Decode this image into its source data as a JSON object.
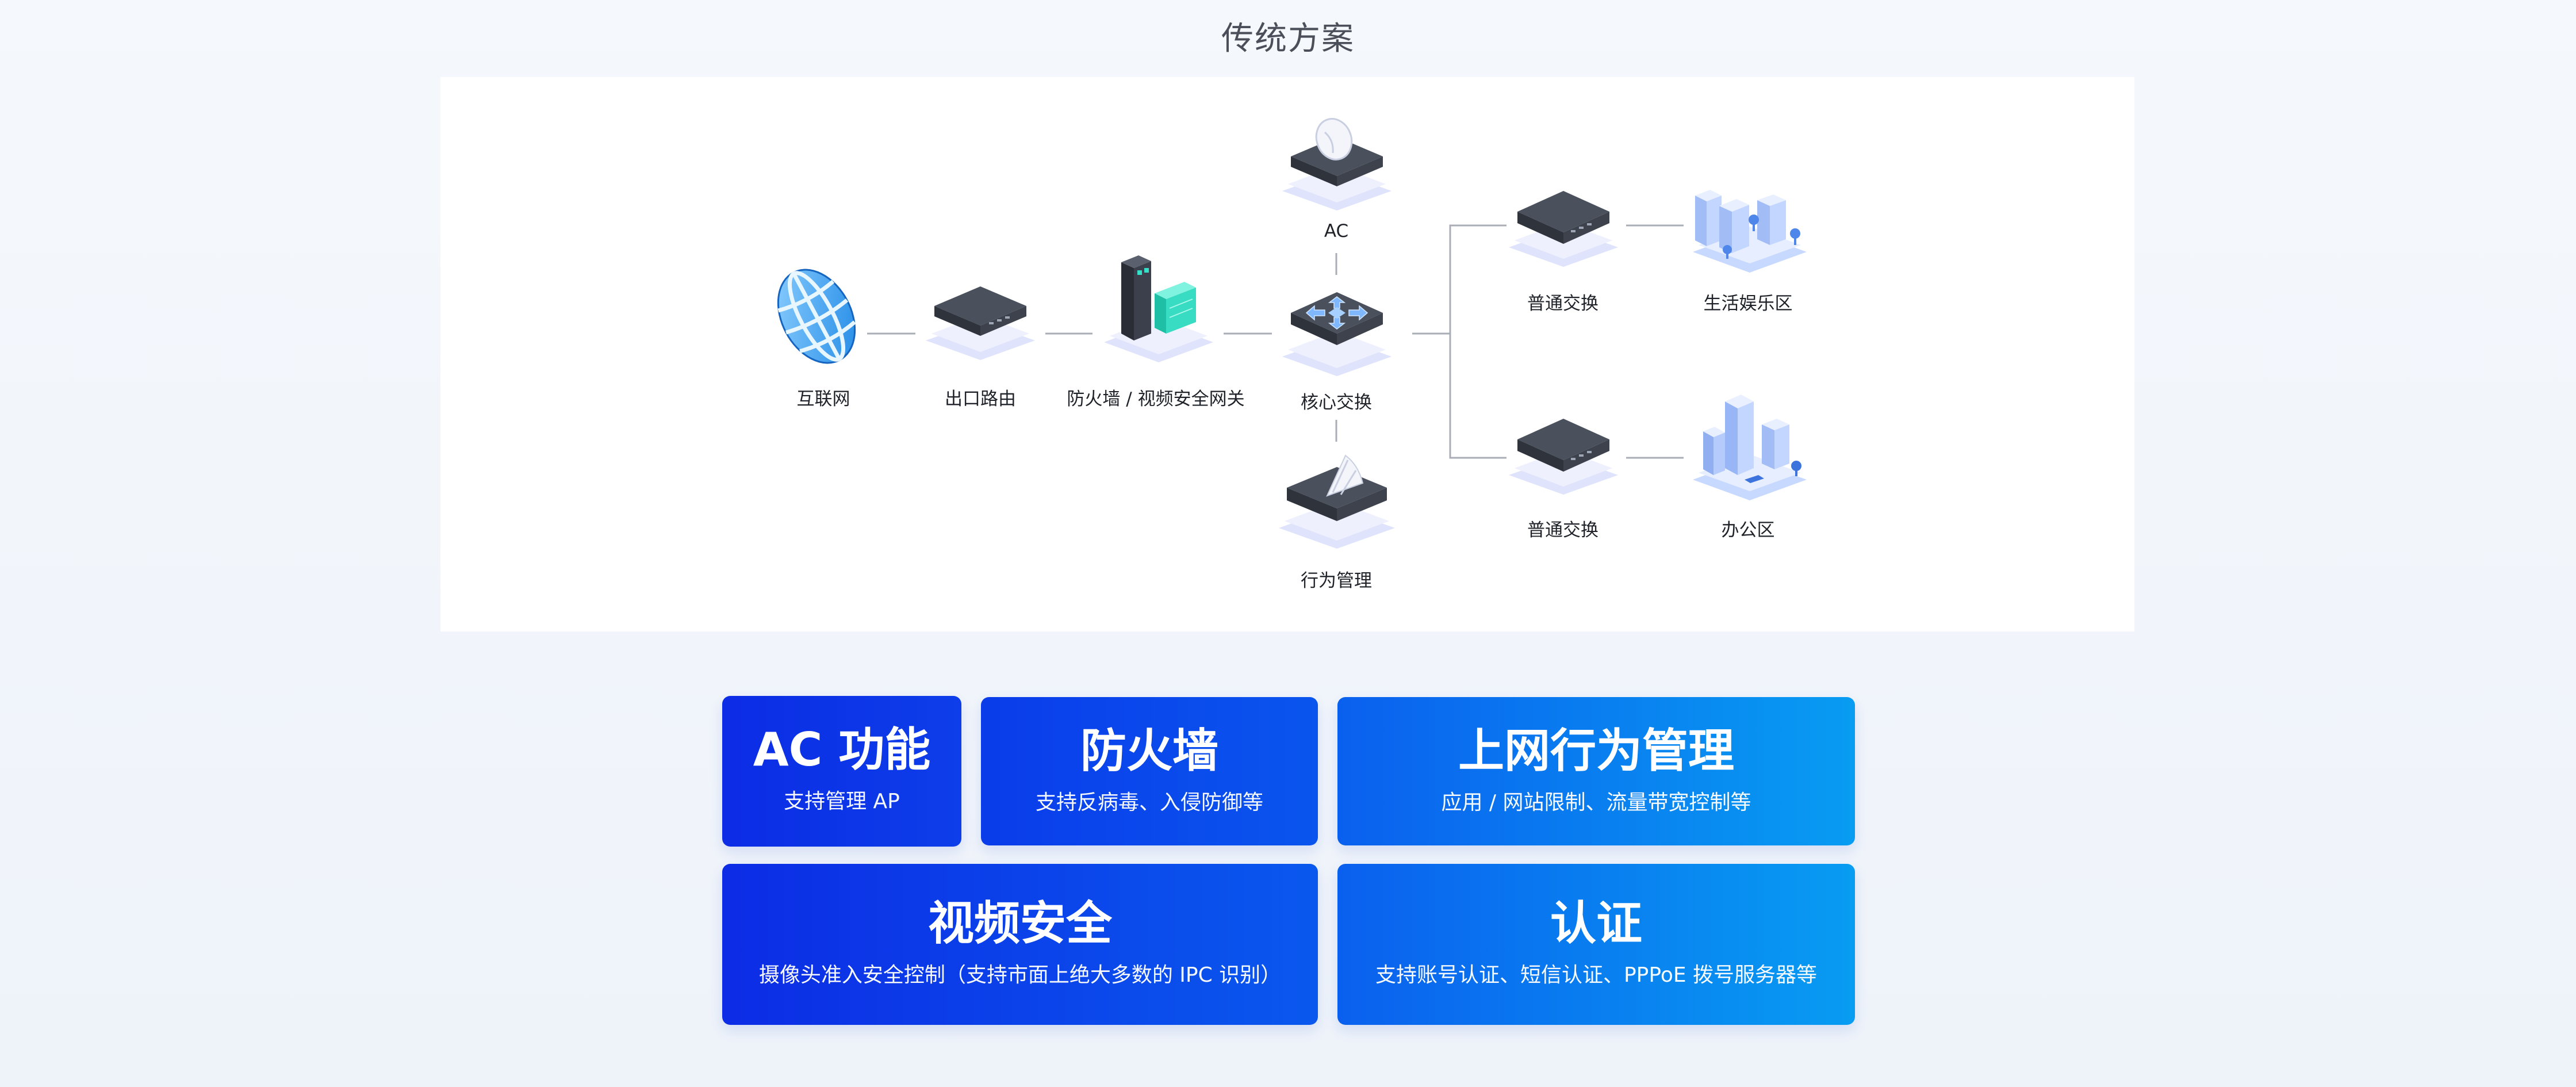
{
  "title": "传统方案",
  "nodes": {
    "internet": "互联网",
    "router": "出口路由",
    "firewall": "防火墙 / 视频安全网关",
    "ac": "AC",
    "core_switch": "核心交换",
    "behavior_mgmt": "行为管理",
    "switch_top": "普通交换",
    "switch_bottom": "普通交换",
    "living_area": "生活娱乐区",
    "office_area": "办公区"
  },
  "cards": {
    "ac": {
      "title": "AC 功能",
      "subtitle": "支持管理 AP"
    },
    "firewall": {
      "title": "防火墙",
      "subtitle": "支持反病毒、入侵防御等"
    },
    "behavior": {
      "title": "上网行为管理",
      "subtitle": "应用 / 网站限制、流量带宽控制等"
    },
    "video": {
      "title": "视频安全",
      "subtitle": "摄像头准入安全控制（支持市面上绝大多数的 IPC 识别）"
    },
    "auth": {
      "title": "认证",
      "subtitle": "支持账号认证、短信认证、PPPoE 拨号服务器等"
    }
  },
  "colors": {
    "card_deep": "#0d2ee6",
    "card_mid": "#0a58ee",
    "card_light": "#0898f2",
    "device_dark": "#3b404c",
    "device_base": "#dfe3fb",
    "connector": "#a9adb5"
  }
}
